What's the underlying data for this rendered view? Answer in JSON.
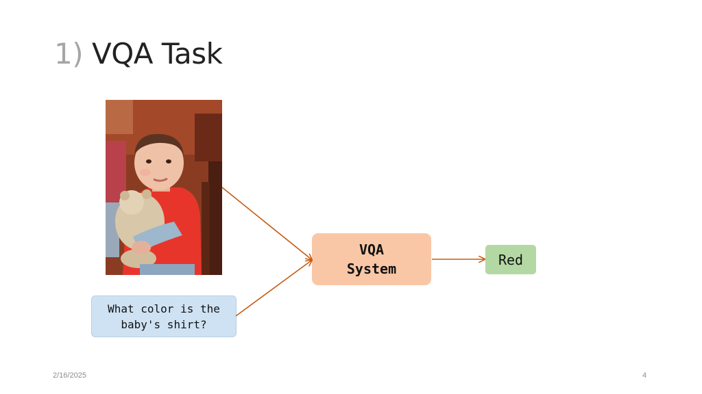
{
  "slide": {
    "title_number": "1)",
    "title_text": "VQA Task"
  },
  "diagram": {
    "question_line1": "What color is the",
    "question_line2": "baby's shirt?",
    "system_line1": "VQA",
    "system_line2": "System",
    "answer": "Red",
    "colors": {
      "question_fill": "#cfe2f3",
      "system_fill": "#f9c7a5",
      "answer_fill": "#b4d8a4",
      "arrow": "#c55a11"
    }
  },
  "image": {
    "subject_icon": "baby-with-teddy-bear-photo"
  },
  "footer": {
    "date": "2/16/2025",
    "page_number": "4"
  }
}
